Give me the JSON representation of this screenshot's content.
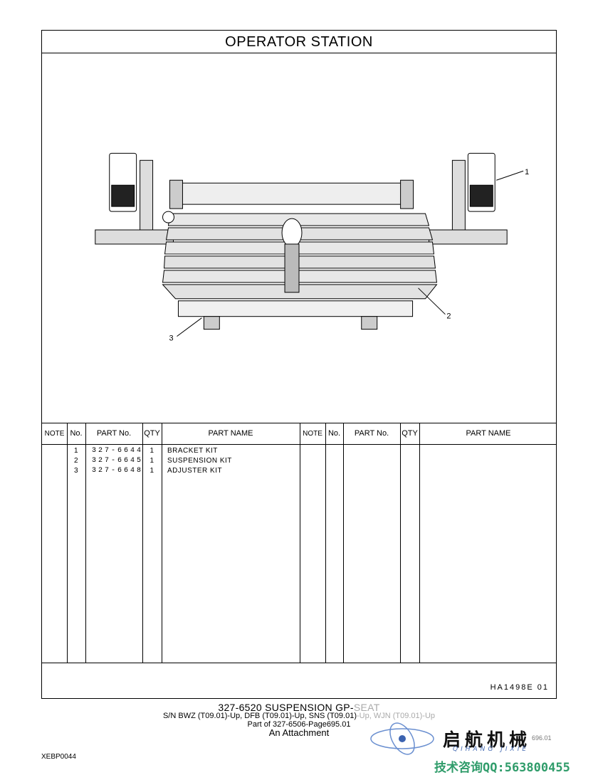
{
  "header": {
    "title": "OPERATOR   STATION"
  },
  "callouts": [
    "1",
    "2",
    "3"
  ],
  "table": {
    "headers": [
      "NOTE",
      "No.",
      "PART No.",
      "QTY",
      "PART NAME"
    ],
    "rows": [
      {
        "no": "1",
        "part_no": "327-6644",
        "qty": "1",
        "name": "BRACKET KIT"
      },
      {
        "no": "2",
        "part_no": "327-6645",
        "qty": "1",
        "name": "SUSPENSION KIT"
      },
      {
        "no": "3",
        "part_no": "327-6648",
        "qty": "1",
        "name": "ADJUSTER KIT"
      }
    ]
  },
  "illustration_code": "HA1498E   01",
  "caption": {
    "line1_main": "327-6520  SUSPENSION  GP-",
    "line1_faded": "SEAT",
    "line2_main": "S/N BWZ (T09.01)-Up, DFB (T09.01)-Up, SNS (T09.01)",
    "line2_faded": "-Up, WJN (T09.01)-Up",
    "line3": "Part of 327-6506-Page695.01",
    "line4": "An Attachment"
  },
  "doc_id": "XEBP0044",
  "page_number": "696.01",
  "watermark": {
    "chinese": "启航机械",
    "pinyin": "QIHANG JIXIE",
    "contact": "技术咨询QQ:563800455"
  }
}
